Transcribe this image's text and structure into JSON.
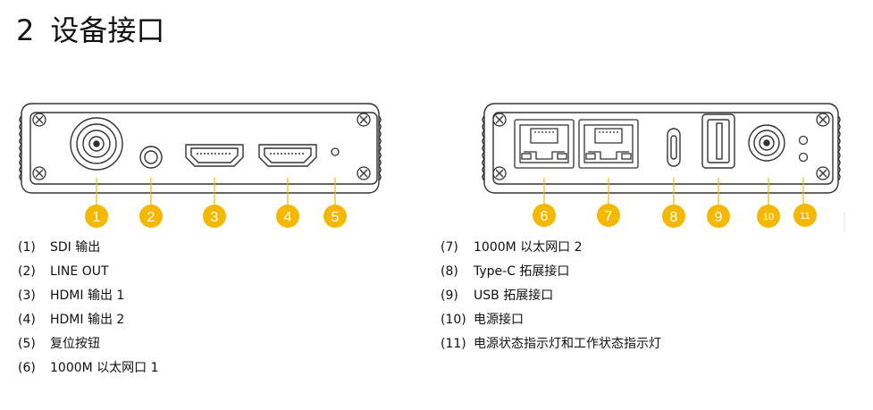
{
  "section": {
    "number": "2",
    "title": "设备接口"
  },
  "badges": {
    "left": [
      "1",
      "2",
      "3",
      "4",
      "5"
    ],
    "right": [
      "6",
      "7",
      "8",
      "9",
      "10",
      "11"
    ]
  },
  "legend": {
    "left": [
      {
        "index": "(1)",
        "text": "SDI 输出"
      },
      {
        "index": "(2)",
        "text": "LINE OUT"
      },
      {
        "index": "(3)",
        "text": "HDMI  输出 1"
      },
      {
        "index": "(4)",
        "text": "HDMI  输出 2"
      },
      {
        "index": "(5)",
        "text": "复位按钮"
      },
      {
        "index": "(6)",
        "text": "1000M 以太网口 1"
      }
    ],
    "right": [
      {
        "index": "(7)",
        "text": "1000M 以太网口 2"
      },
      {
        "index": "(8)",
        "text": "Type-C  拓展接口"
      },
      {
        "index": "(9)",
        "text": "USB  拓展接口"
      },
      {
        "index": "(10)",
        "text": "电源接口"
      },
      {
        "index": "(11)",
        "text": "电源状态指示灯和工作状态指示灯"
      }
    ]
  },
  "colors": {
    "badge": "#f5b800",
    "line": "#f5b800",
    "stroke": "#333333"
  }
}
